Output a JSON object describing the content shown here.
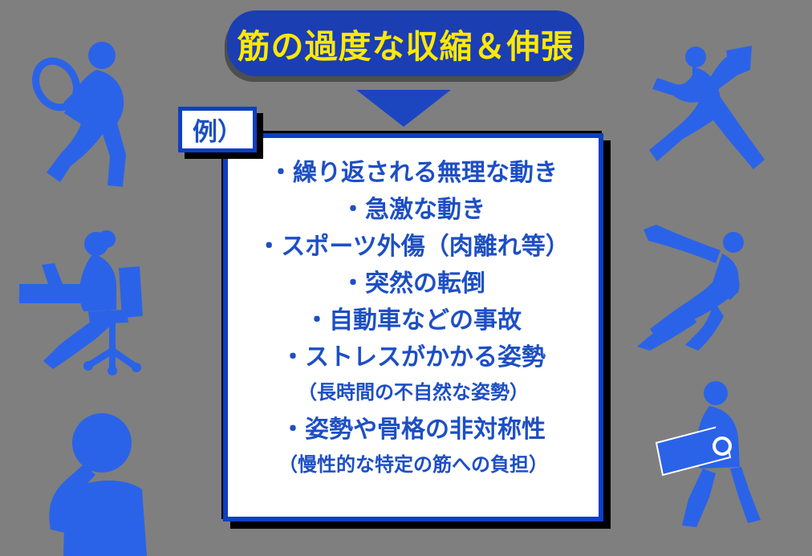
{
  "colors": {
    "background": "#7F7F7F",
    "silhouette_blue": "#2B63E8",
    "title_pill_bg": "#1B3EB3",
    "title_text_yellow": "#FFE900",
    "arrow_blue": "#1C46C0",
    "box_border_blue": "#0D3FC4",
    "body_text_blue": "#1D4FC4",
    "box_bg": "#FFFFFF",
    "shadow_black": "#000000"
  },
  "title": {
    "label": "筋の過度な収縮＆伸張"
  },
  "example_label": "例）",
  "causes": {
    "items": [
      {
        "text": "・繰り返される無理な動き",
        "style": "main"
      },
      {
        "text": "・急激な動き",
        "style": "main"
      },
      {
        "text": "・スポーツ外傷（肉離れ等）",
        "style": "main"
      },
      {
        "text": "・突然の転倒",
        "style": "main"
      },
      {
        "text": "・自動車などの事故",
        "style": "main"
      },
      {
        "text": "・ストレスがかかる姿勢",
        "style": "main"
      },
      {
        "text": "（長時間の不自然な姿勢）",
        "style": "sub"
      },
      {
        "text": "・姿勢や骨格の非対称性",
        "style": "main"
      },
      {
        "text": "（慢性的な特定の筋への負担）",
        "style": "sub"
      }
    ]
  },
  "silhouettes": {
    "top_left": "tennis-player",
    "middle_left": "desk-worker-sitting",
    "bottom_left": "thinking-person",
    "top_right": "baseball-pitcher",
    "middle_right": "sprinter",
    "bottom_right": "worker-carrying-case"
  }
}
